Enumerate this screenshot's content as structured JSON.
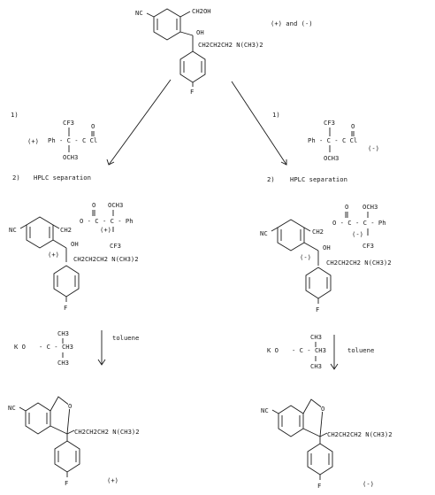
{
  "top": {
    "nc": "NC",
    "ch2oh": "CH2OH",
    "oh": "OH",
    "chain": "CH2CH2CH2 N(CH3)2",
    "f": "F",
    "stereo_note": "(+) and (-)"
  },
  "reagent_left": {
    "step1": "1)",
    "sign": "(+)",
    "cf3": "CF3",
    "ph_line": "Ph - C - C Cl",
    "o_label": "O",
    "och3": "OCH3",
    "step2": "2)",
    "hplc": "HPLC separation"
  },
  "reagent_right": {
    "step1": "1)",
    "sign": "(-)",
    "cf3": "CF3",
    "ph_line": "Ph - C - C Cl",
    "o_label": "O",
    "och3": "OCH3",
    "step2": "2)",
    "hplc": "HPLC separation"
  },
  "ester_left": {
    "nc": "NC",
    "ch2": "CH2",
    "ester": "O - C - C - Ph",
    "o": "O",
    "och3": "OCH3",
    "stereo_ester": "(+)",
    "stereo_center": "(+)",
    "oh": "OH",
    "cf3": "CF3",
    "chain": "CH2CH2CH2 N(CH3)2",
    "f": "F"
  },
  "ester_right": {
    "nc": "NC",
    "ch2": "CH2",
    "ester": "O - C - C - Ph",
    "o": "O",
    "och3": "OCH3",
    "stereo_ester": "(-)",
    "stereo_center": "(-)",
    "oh": "OH",
    "cf3": "CF3",
    "chain": "CH2CH2CH2 N(CH3)2",
    "f": "F"
  },
  "base": {
    "ko": "K O",
    "ch3_top": "CH3",
    "c_line": "- C - CH3",
    "ch3_bottom": "CH3",
    "solvent": "toluene"
  },
  "product_left": {
    "nc": "NC",
    "o": "O",
    "chain": "CH2CH2CH2 N(CH3)2",
    "f": "F",
    "sign": "(+)"
  },
  "product_right": {
    "nc": "NC",
    "o": "O",
    "chain": "CH2CH2CH2 N(CH3)2",
    "f": "F",
    "sign": "(-)"
  }
}
